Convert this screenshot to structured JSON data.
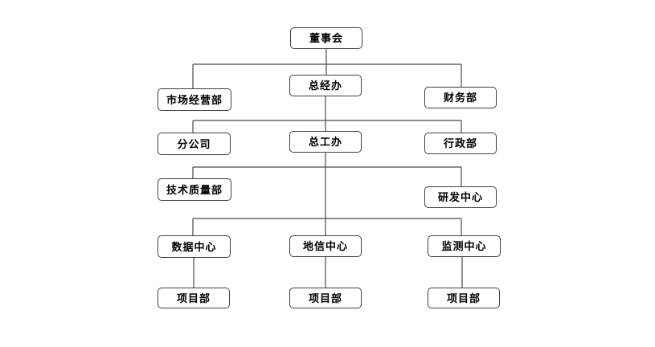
{
  "diagram": {
    "type": "org-chart",
    "background_color": "#ffffff",
    "node_fill_color": "#ffffff",
    "node_border_color": "#3f3f3f",
    "connector_color": "#4a4a4a",
    "text_color": "#000000",
    "nodes": {
      "board": {
        "label": "董事会"
      },
      "gm_office": {
        "label": "总经办"
      },
      "marketing_dept": {
        "label": "市场经营部"
      },
      "finance_dept": {
        "label": "财务部"
      },
      "branch_company": {
        "label": "分公司"
      },
      "chief_engineer_office": {
        "label": "总工办"
      },
      "admin_dept": {
        "label": "行政部"
      },
      "tech_quality_dept": {
        "label": "技术质量部"
      },
      "rnd_center": {
        "label": "研发中心"
      },
      "data_center": {
        "label": "数据中心"
      },
      "geoinfo_center": {
        "label": "地信中心"
      },
      "monitoring_center": {
        "label": "监测中心"
      },
      "project_dept_1": {
        "label": "项目部"
      },
      "project_dept_2": {
        "label": "项目部"
      },
      "project_dept_3": {
        "label": "项目部"
      }
    },
    "edges": [
      {
        "from": "board",
        "to": "gm_office"
      },
      {
        "from": "board",
        "to": "marketing_dept"
      },
      {
        "from": "board",
        "to": "finance_dept"
      },
      {
        "from": "gm_office",
        "to": "branch_company"
      },
      {
        "from": "gm_office",
        "to": "chief_engineer_office"
      },
      {
        "from": "gm_office",
        "to": "admin_dept"
      },
      {
        "from": "chief_engineer_office",
        "to": "tech_quality_dept"
      },
      {
        "from": "chief_engineer_office",
        "to": "rnd_center"
      },
      {
        "from": "chief_engineer_office",
        "to": "data_center"
      },
      {
        "from": "chief_engineer_office",
        "to": "geoinfo_center"
      },
      {
        "from": "chief_engineer_office",
        "to": "monitoring_center"
      },
      {
        "from": "data_center",
        "to": "project_dept_1"
      },
      {
        "from": "geoinfo_center",
        "to": "project_dept_2"
      },
      {
        "from": "monitoring_center",
        "to": "project_dept_3"
      }
    ]
  }
}
